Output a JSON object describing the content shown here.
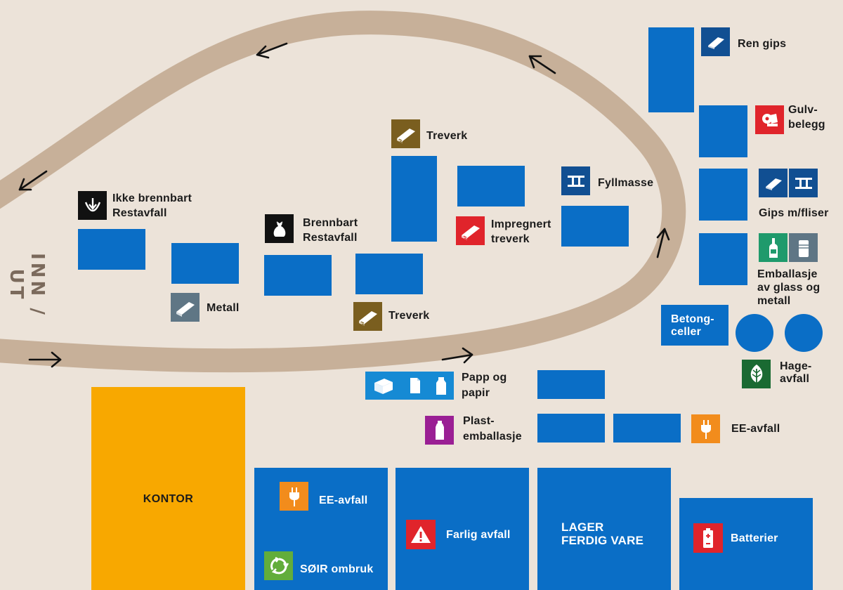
{
  "map": {
    "entrance_label": "INN / UT",
    "colors": {
      "background": "#ece3d9",
      "road": "#c7b099",
      "container": "#0a6ec6",
      "office": "#f8a800",
      "tree_icon": "#7a5e1f",
      "red_icon": "#e0242b",
      "dark_blue_icon": "#114f92",
      "grey_icon": "#5f7685",
      "black_icon": "#111111",
      "green_icon": "#1f9a6c",
      "dark_green_icon": "#1a6a32",
      "orange_icon": "#f28c1c",
      "purple_icon": "#9a1f94",
      "lime_icon": "#62ad3b",
      "light_blue_icon": "#168ad4"
    },
    "labels": {
      "ren_gips": "Ren gips",
      "gulvbelegg": "Gulv-\nbelegg",
      "treverk_top": "Treverk",
      "fyllmasse": "Fyllmasse",
      "gips_fliser": "Gips m/fliser",
      "ikke_brennbart": "Ikke brennbart\nRestavfall",
      "brennbart": "Brennbart\nRestavfall",
      "impregnert": "Impregnert\ntreverk",
      "emballasje_glass": "Emballasje\nav glass og\nmetall",
      "metall": "Metall",
      "treverk_bottom": "Treverk",
      "betongceller": "Betong-\nceller",
      "hageavfall": "Hage-\navfall",
      "papp_papir": "Papp og\npapir",
      "plastemballasje": "Plast-\nemballasje",
      "ee_avfall_right": "EE-avfall",
      "kontor": "KONTOR",
      "ee_avfall_bottom": "EE-avfall",
      "soir_ombruk": "SØIR ombruk",
      "farlig_avfall": "Farlig avfall",
      "lager": "LAGER\nFERDIG VARE",
      "batterier": "Batterier"
    },
    "icons": [
      "plasterboard-icon",
      "floor-roll-icon",
      "wood-planks-icon",
      "fill-mass-icon",
      "plasterboard-icon",
      "tiles-icon",
      "residual-waste-icon",
      "trash-bag-icon",
      "treated-wood-icon",
      "glass-bottle-icon",
      "metal-can-icon",
      "metal-plank-icon",
      "wood-planks-icon",
      "leaf-icon",
      "cardboard-icon",
      "paper-icon",
      "carton-icon",
      "plastic-bottle-icon",
      "electric-plug-icon",
      "electric-plug-icon",
      "recycle-icon",
      "warning-icon",
      "battery-icon"
    ]
  }
}
